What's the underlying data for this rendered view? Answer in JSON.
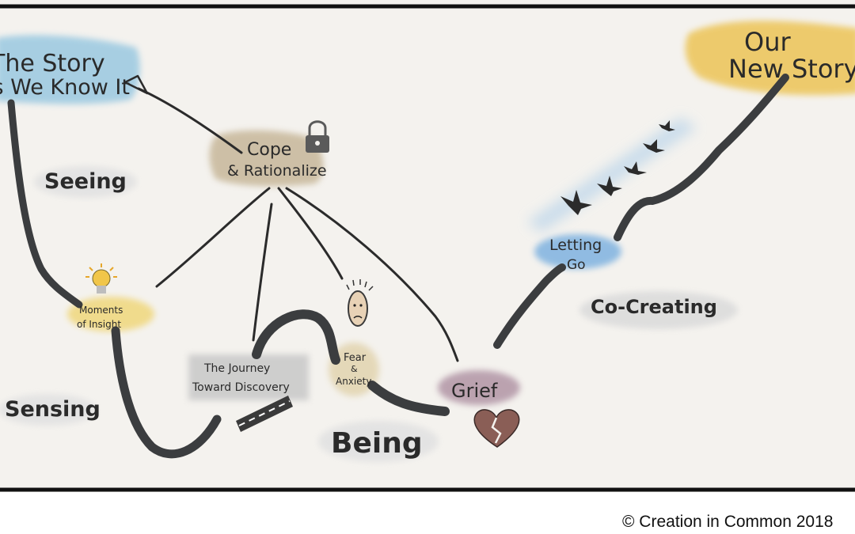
{
  "diagram": {
    "nodes": {
      "story_known": {
        "line1": "The Story",
        "line2": "As We Know It"
      },
      "cope": {
        "line1": "Cope",
        "line2": "& Rationalize"
      },
      "new_story": {
        "line1": "Our",
        "line2": "New Story"
      },
      "insight": {
        "line1": "Moments",
        "line2": "of Insight"
      },
      "journey": {
        "line1": "The Journey",
        "line2": "Toward Discovery"
      },
      "fear": {
        "line1": "Fear",
        "line2": "&",
        "line3": "Anxiety"
      },
      "grief": {
        "label": "Grief"
      },
      "letting_go": {
        "line1": "Letting",
        "line2": "Go"
      }
    },
    "stages": {
      "seeing": "Seeing",
      "sensing": "Sensing",
      "being": "Being",
      "co_creating": "Co-Creating"
    },
    "icons": [
      "lock-icon",
      "lightbulb-icon",
      "face-icon",
      "broken-heart-icon",
      "bird-icon",
      "road-icon"
    ]
  },
  "footer": {
    "copyright": "© Creation in Common 2018"
  }
}
